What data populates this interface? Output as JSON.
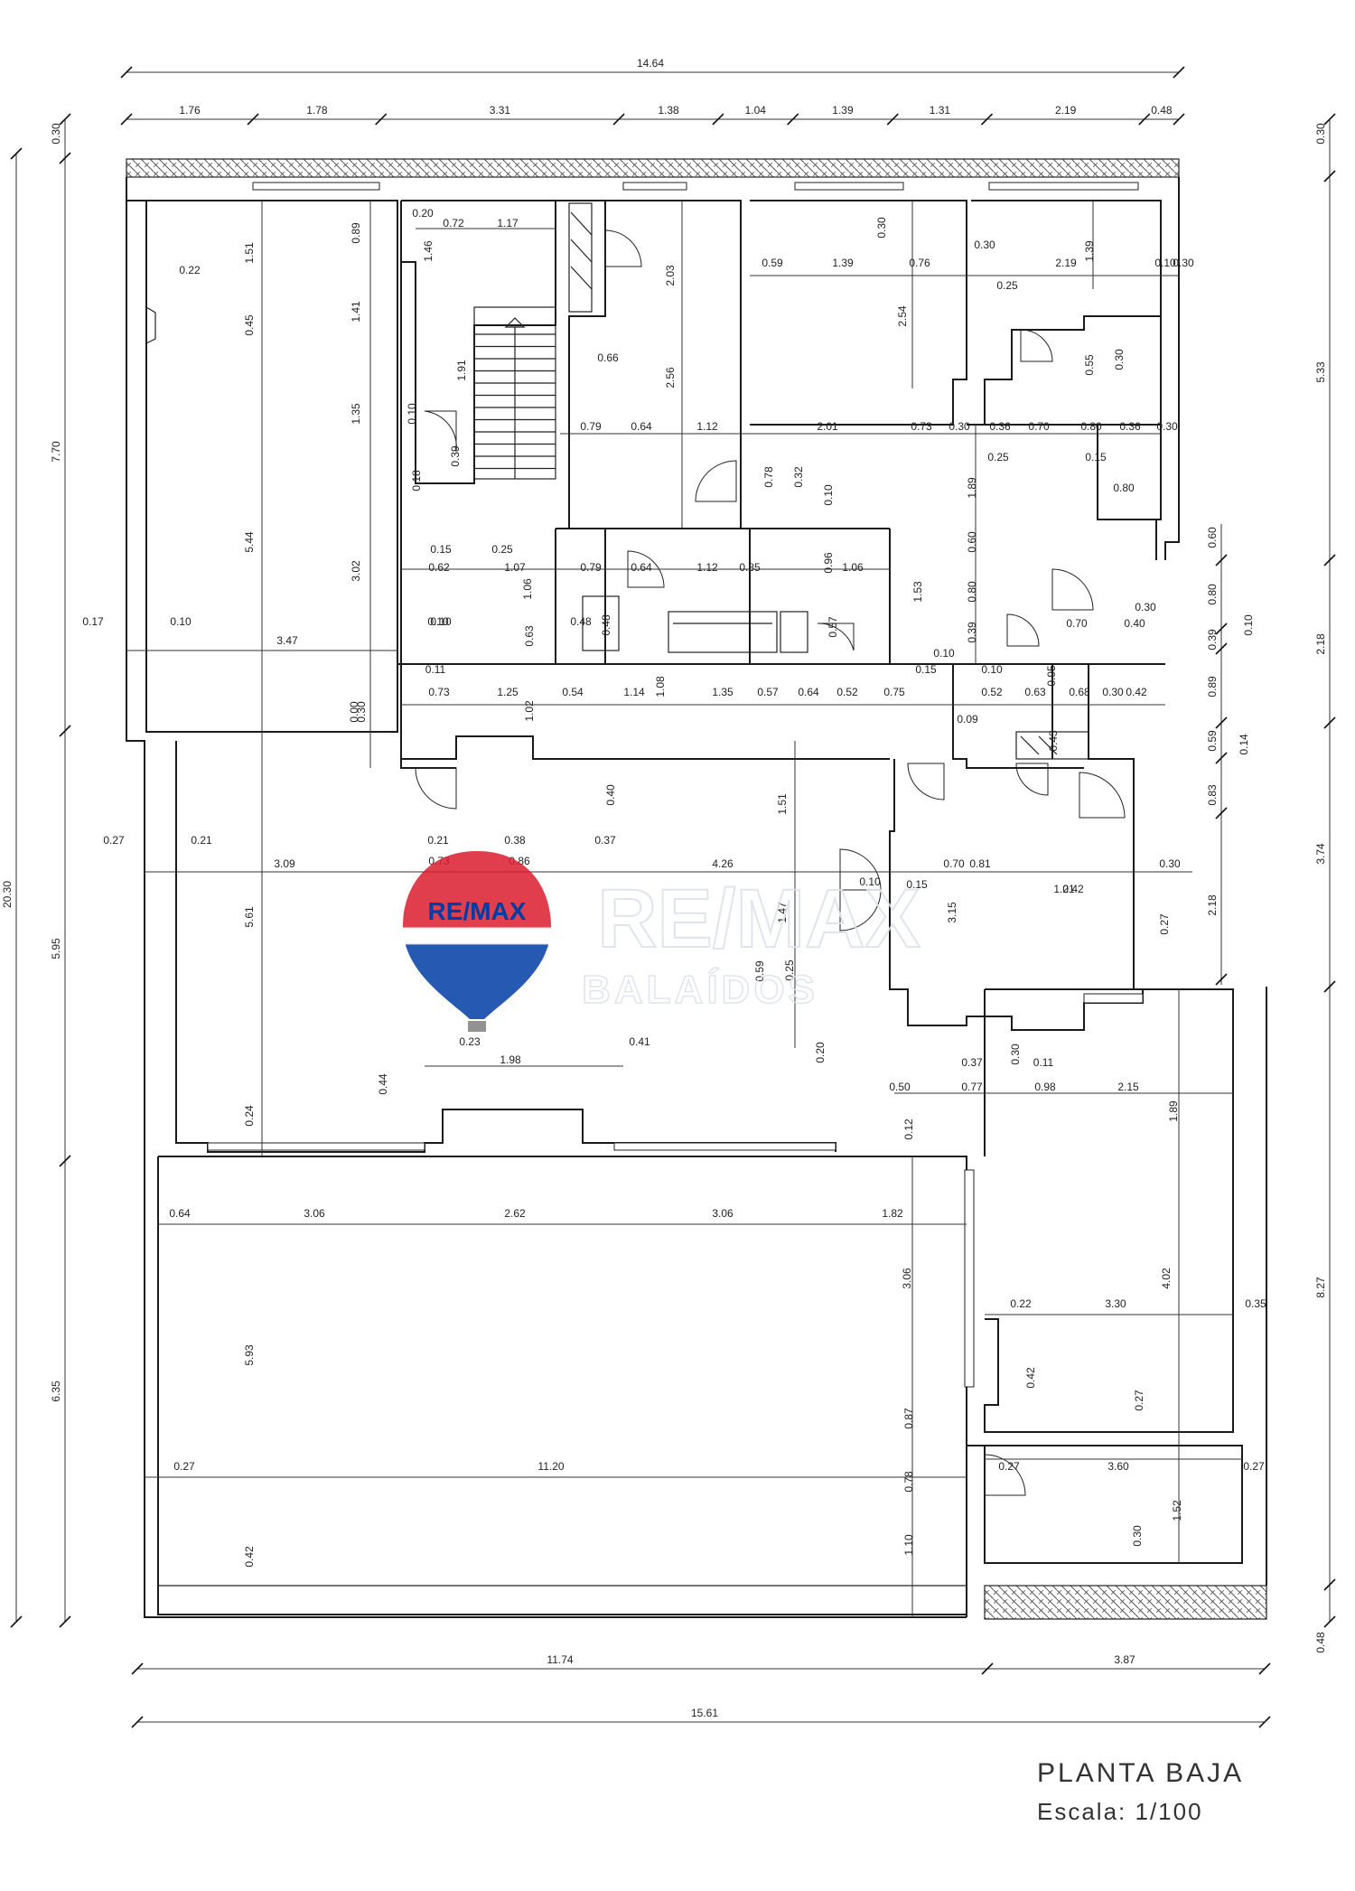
{
  "title": "PLANTA BAJA",
  "scale": "Escala: 1/100",
  "logo": {
    "brand": "RE/MAX",
    "office": "BALAÍDOS",
    "balloon_colors": [
      "#dc1c2e",
      "#ffffff",
      "#003da5"
    ]
  },
  "dims_top_total": "14.64",
  "dims_top_row": [
    "1.76",
    "1.78",
    "3.31",
    "1.38",
    "1.04",
    "1.39",
    "1.31",
    "2.19",
    "0.48"
  ],
  "dims_bottom_row": [
    "11.74",
    "3.87"
  ],
  "dims_bottom_total": "15.61",
  "dims_left": [
    "0.30",
    "7.70",
    "5.95",
    "6.35",
    "20.30"
  ],
  "dims_right_outer": [
    "0.30",
    "5.33",
    "2.18",
    "3.74",
    "8.27",
    "0.48"
  ],
  "dims_right_inner": [
    "0.60",
    "0.80",
    "0.39",
    "0.89",
    "0.59",
    "0.83",
    "2.18",
    "0.10",
    "0.14"
  ],
  "interior_dims": [
    {
      "t": "0.22"
    },
    {
      "t": "1.51"
    },
    {
      "t": "0.45"
    },
    {
      "t": "5.44"
    },
    {
      "t": "0.17"
    },
    {
      "t": "0.10"
    },
    {
      "t": "3.47"
    },
    {
      "t": "0.10"
    },
    {
      "t": "0.89"
    },
    {
      "t": "1.41"
    },
    {
      "t": "1.35"
    },
    {
      "t": "3.02"
    },
    {
      "t": "0.00"
    },
    {
      "t": "0.30"
    },
    {
      "t": "0.20"
    },
    {
      "t": "0.72"
    },
    {
      "t": "1.17"
    },
    {
      "t": "1.46"
    },
    {
      "t": "1.91"
    },
    {
      "t": "0.10"
    },
    {
      "t": "0.39"
    },
    {
      "t": "0.18"
    },
    {
      "t": "0.15"
    },
    {
      "t": "0.25"
    },
    {
      "t": "0.62"
    },
    {
      "t": "1.07"
    },
    {
      "t": "1.06"
    },
    {
      "t": "0.63"
    },
    {
      "t": "1.02"
    },
    {
      "t": "0.10"
    },
    {
      "t": "0.66"
    },
    {
      "t": "2.03"
    },
    {
      "t": "2.56"
    },
    {
      "t": "0.79"
    },
    {
      "t": "0.64"
    },
    {
      "t": "1.12"
    },
    {
      "t": "0.78"
    },
    {
      "t": "0.32"
    },
    {
      "t": "0.10"
    },
    {
      "t": "0.79"
    },
    {
      "t": "0.64"
    },
    {
      "t": "1.12"
    },
    {
      "t": "0.48"
    },
    {
      "t": "0.48"
    },
    {
      "t": "0.85"
    },
    {
      "t": "0.96"
    },
    {
      "t": "1.06"
    },
    {
      "t": "0.57"
    },
    {
      "t": "0.30"
    },
    {
      "t": "0.59"
    },
    {
      "t": "1.39"
    },
    {
      "t": "0.76"
    },
    {
      "t": "2.54"
    },
    {
      "t": "2.01"
    },
    {
      "t": "0.73"
    },
    {
      "t": "0.30"
    },
    {
      "t": "0.30"
    },
    {
      "t": "2.19"
    },
    {
      "t": "1.39"
    },
    {
      "t": "0.10"
    },
    {
      "t": "0.30"
    },
    {
      "t": "0.25"
    },
    {
      "t": "0.55"
    },
    {
      "t": "0.30"
    },
    {
      "t": "0.36"
    },
    {
      "t": "0.70"
    },
    {
      "t": "0.80"
    },
    {
      "t": "0.36"
    },
    {
      "t": "0.30"
    },
    {
      "t": "0.25"
    },
    {
      "t": "0.15"
    },
    {
      "t": "0.80"
    },
    {
      "t": "1.89"
    },
    {
      "t": "0.60"
    },
    {
      "t": "0.80"
    },
    {
      "t": "0.39"
    },
    {
      "t": "1.53"
    },
    {
      "t": "0.70"
    },
    {
      "t": "0.30"
    },
    {
      "t": "0.40"
    },
    {
      "t": "0.11"
    },
    {
      "t": "0.73"
    },
    {
      "t": "1.25"
    },
    {
      "t": "0.54"
    },
    {
      "t": "1.14"
    },
    {
      "t": "1.08"
    },
    {
      "t": "1.35"
    },
    {
      "t": "0.57"
    },
    {
      "t": "0.64"
    },
    {
      "t": "0.52"
    },
    {
      "t": "0.75"
    },
    {
      "t": "0.15"
    },
    {
      "t": "0.10"
    },
    {
      "t": "0.52"
    },
    {
      "t": "0.63"
    },
    {
      "t": "0.95"
    },
    {
      "t": "0.68"
    },
    {
      "t": "0.30"
    },
    {
      "t": "0.42"
    },
    {
      "t": "0.09"
    },
    {
      "t": "0.43"
    },
    {
      "t": "0.10"
    },
    {
      "t": "0.40"
    },
    {
      "t": "1.51"
    },
    {
      "t": "0.27"
    },
    {
      "t": "0.21"
    },
    {
      "t": "3.09"
    },
    {
      "t": "0.21"
    },
    {
      "t": "0.73"
    },
    {
      "t": "0.38"
    },
    {
      "t": "0.86"
    },
    {
      "t": "0.37"
    },
    {
      "t": "4.26"
    },
    {
      "t": "0.10"
    },
    {
      "t": "0.15"
    },
    {
      "t": "0.70"
    },
    {
      "t": "0.81"
    },
    {
      "t": "1.21"
    },
    {
      "t": "0.30"
    },
    {
      "t": "0.42"
    },
    {
      "t": "3.15"
    },
    {
      "t": "1.47"
    },
    {
      "t": "5.61"
    },
    {
      "t": "0.59"
    },
    {
      "t": "0.25"
    },
    {
      "t": "0.20"
    },
    {
      "t": "0.23"
    },
    {
      "t": "1.98"
    },
    {
      "t": "0.41"
    },
    {
      "t": "0.44"
    },
    {
      "t": "0.24"
    },
    {
      "t": "0.27"
    },
    {
      "t": "0.50"
    },
    {
      "t": "0.37"
    },
    {
      "t": "0.77"
    },
    {
      "t": "0.30"
    },
    {
      "t": "0.11"
    },
    {
      "t": "0.98"
    },
    {
      "t": "2.15"
    },
    {
      "t": "1.89"
    },
    {
      "t": "0.12"
    },
    {
      "t": "0.64"
    },
    {
      "t": "3.06"
    },
    {
      "t": "2.62"
    },
    {
      "t": "3.06"
    },
    {
      "t": "1.82"
    },
    {
      "t": "3.06"
    },
    {
      "t": "4.02"
    },
    {
      "t": "0.22"
    },
    {
      "t": "3.30"
    },
    {
      "t": "0.35"
    },
    {
      "t": "5.93"
    },
    {
      "t": "0.42"
    },
    {
      "t": "0.27"
    },
    {
      "t": "0.87"
    },
    {
      "t": "0.27"
    },
    {
      "t": "11.20"
    },
    {
      "t": "0.78"
    },
    {
      "t": "0.27"
    },
    {
      "t": "3.60"
    },
    {
      "t": "0.27"
    },
    {
      "t": "1.52"
    },
    {
      "t": "1.10"
    },
    {
      "t": "0.30"
    },
    {
      "t": "0.42"
    }
  ]
}
